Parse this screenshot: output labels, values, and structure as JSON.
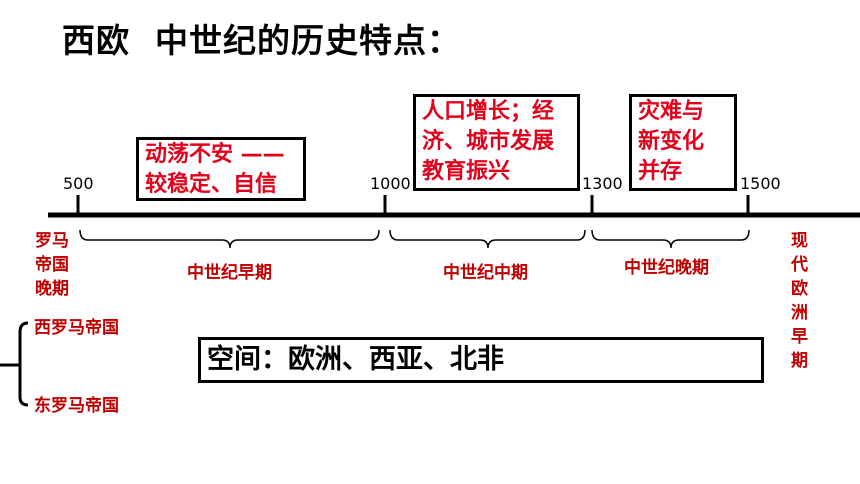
{
  "title": "西欧  中世纪的历史特点：",
  "timeline": {
    "ticks": [
      "500",
      "1000",
      "1300",
      "1500"
    ]
  },
  "boxes": {
    "early": [
      "动荡不安 ——",
      "较稳定、自信"
    ],
    "middle": [
      "人口增长；经",
      "济、城市发展",
      "教育振兴"
    ],
    "late": [
      "灾难与",
      "新变化",
      "并存"
    ]
  },
  "periods": {
    "early": "中世纪早期",
    "middle": "中世纪中期",
    "late": "中世纪晚期"
  },
  "before": [
    "罗马",
    "帝国",
    "晚期"
  ],
  "after": [
    "现",
    "代",
    "欧",
    "洲",
    "早",
    "期"
  ],
  "empires": {
    "west": "西罗马帝国",
    "east": "东罗马帝国"
  },
  "space": "空间：欧洲、西亚、北非"
}
